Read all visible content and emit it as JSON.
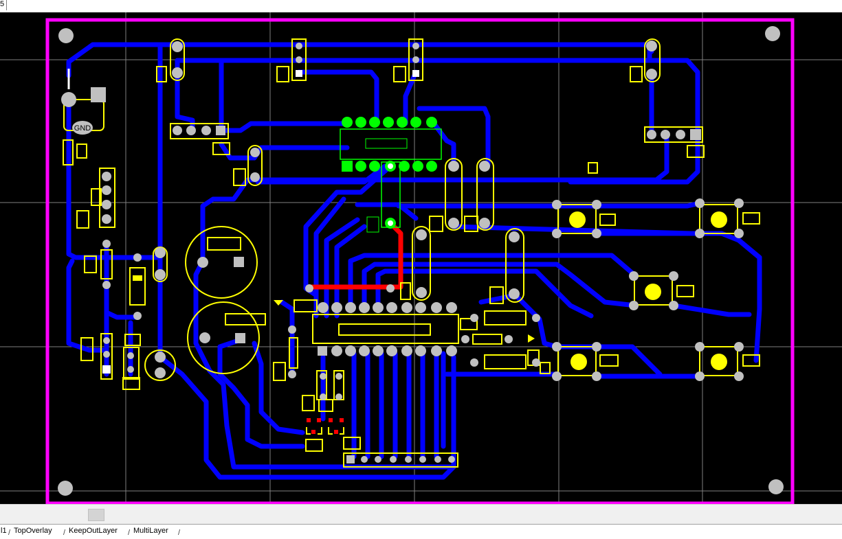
{
  "toolbar": {
    "fragment": "5"
  },
  "pcb": {
    "silkscreen_labels": {
      "gnd": "GND"
    }
  },
  "layer_tabs": [
    {
      "label": "l1"
    },
    {
      "label": "TopOverlay"
    },
    {
      "label": "KeepOutLayer"
    },
    {
      "label": "MultiLayer"
    }
  ],
  "colors": {
    "board_background": "#000000",
    "board_outline": "#ff00ff",
    "bottom_copper": "#0000ff",
    "top_copper": "#ff0000",
    "silkscreen": "#ffff00",
    "pad": "#c0c0c0",
    "selection": "#00ff00",
    "grid": "#808080"
  }
}
